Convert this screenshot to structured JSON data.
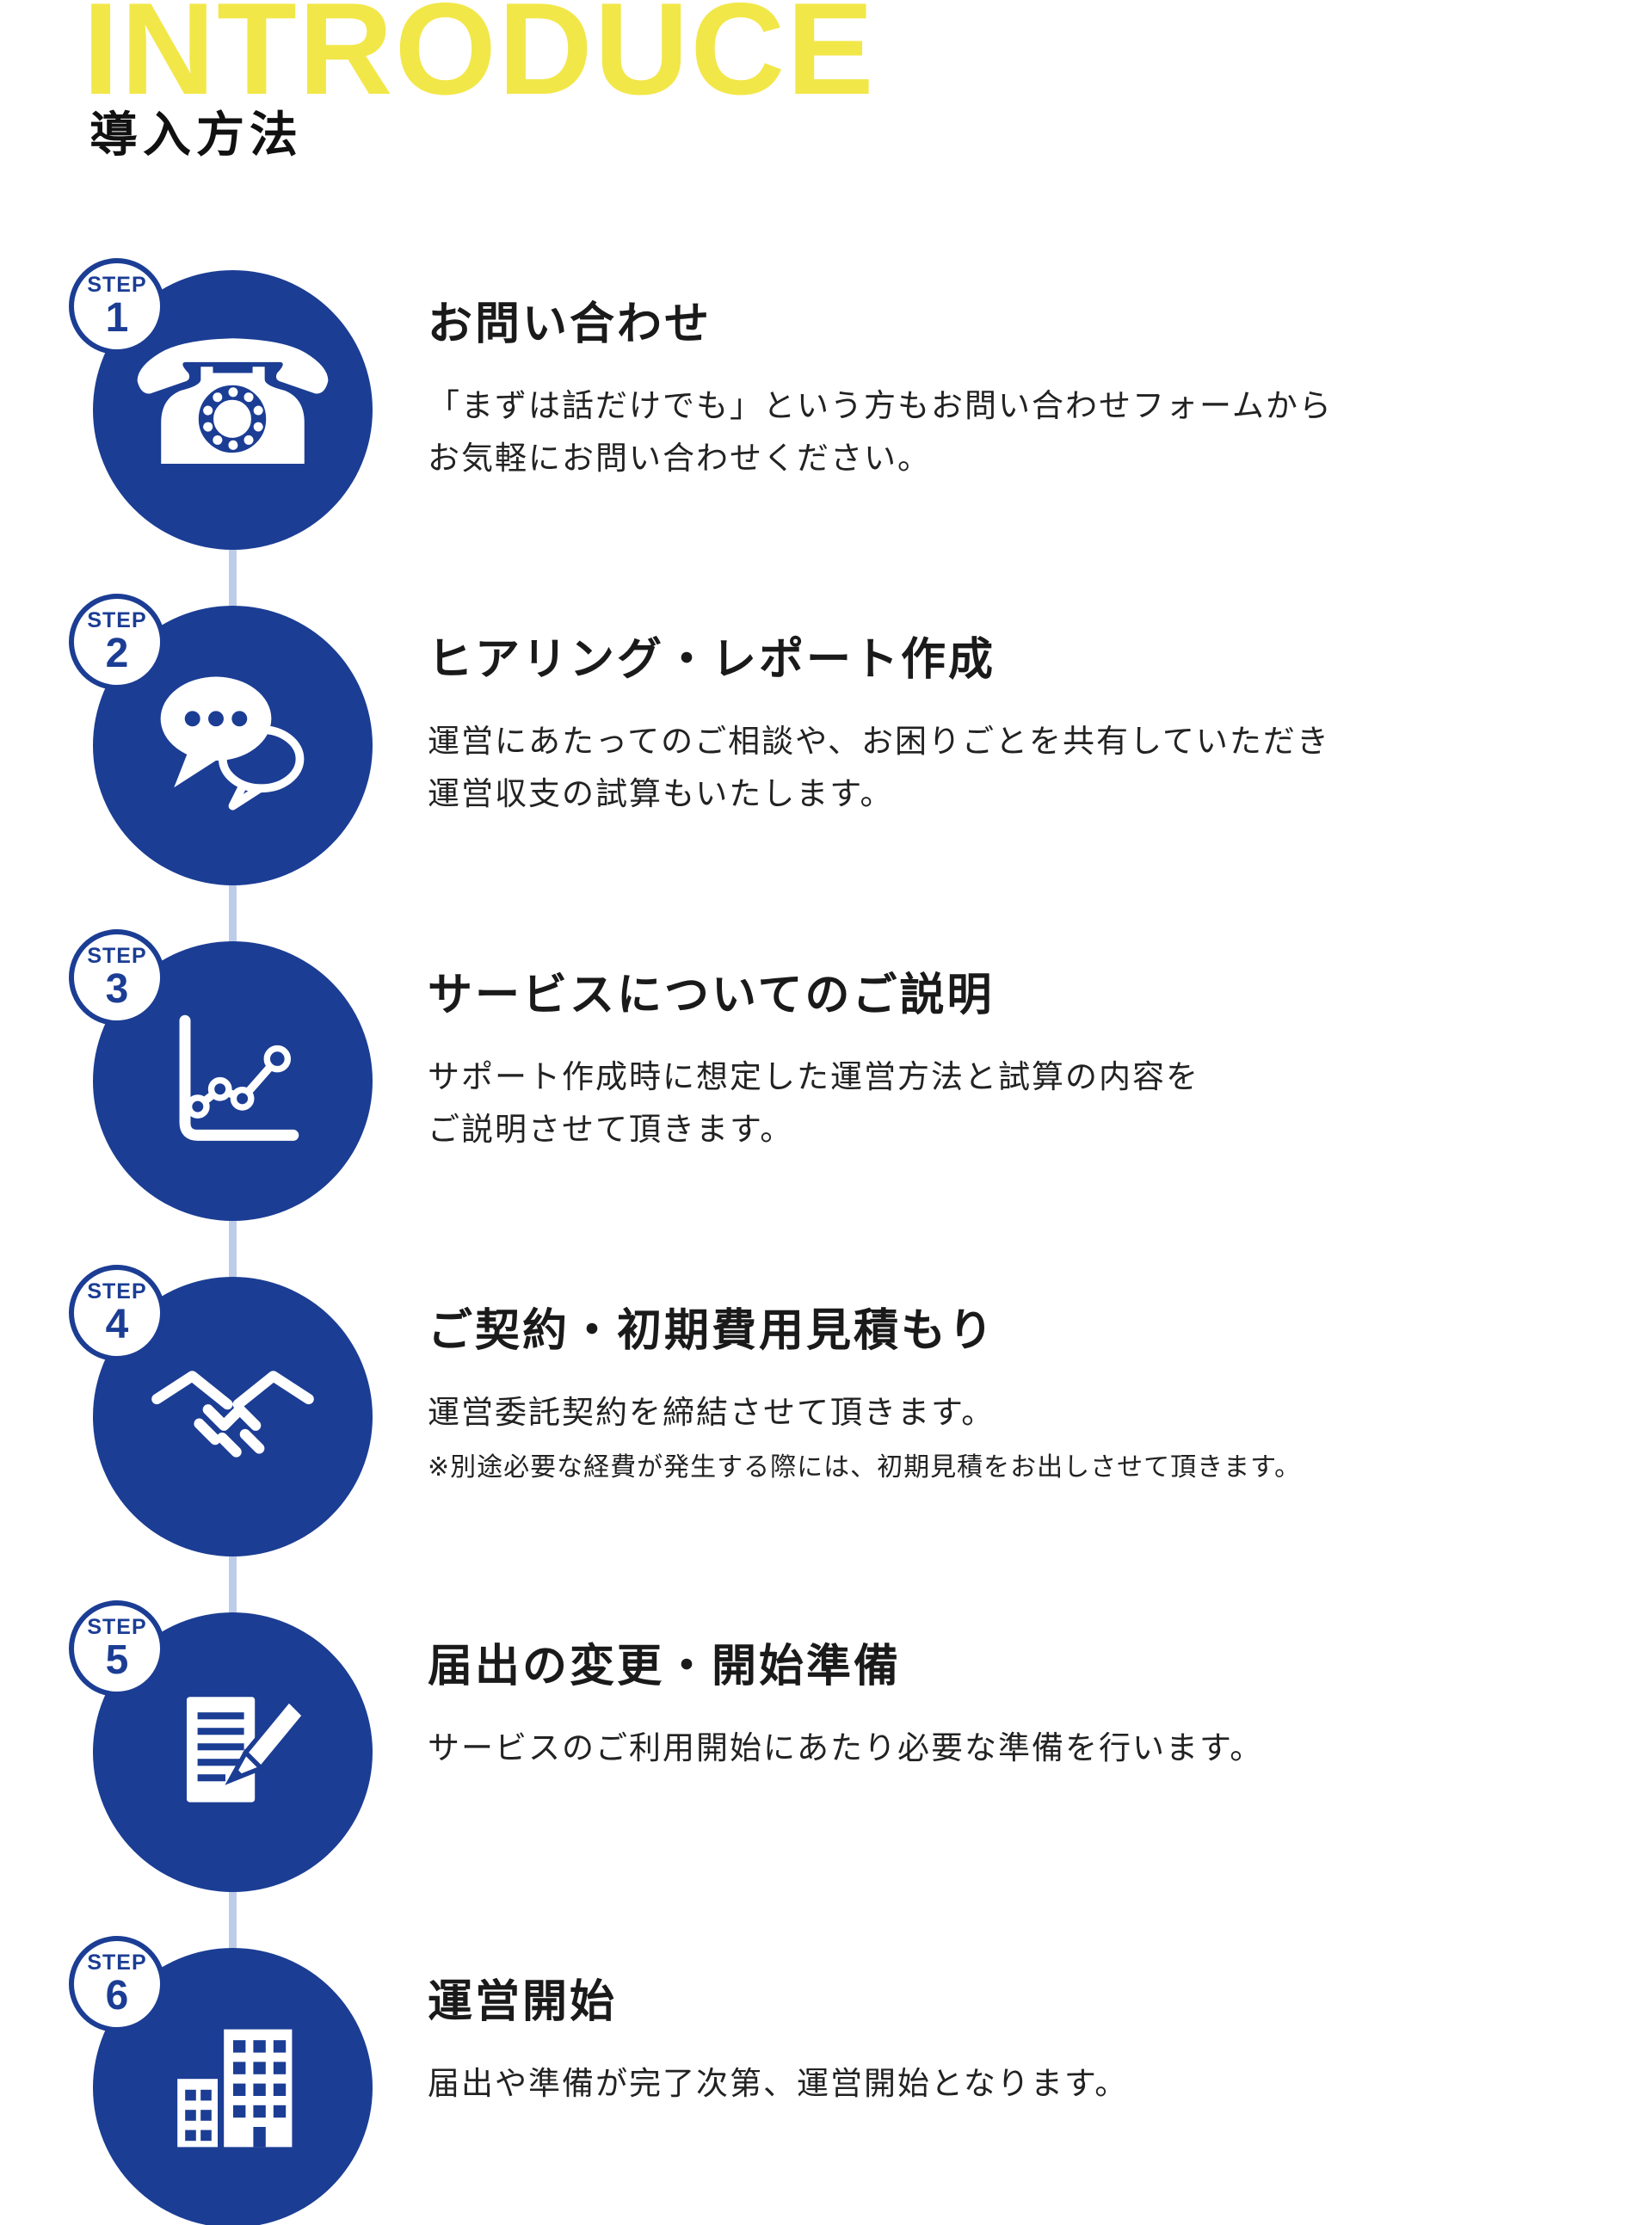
{
  "header": {
    "title_en": "INTRODUCE",
    "title_jp": "導入方法"
  },
  "colors": {
    "accent_yellow": "#F2E748",
    "primary_blue": "#1B3D94",
    "connector_line": "#BDCDE9",
    "icon_white": "#FFFFFF"
  },
  "icons": {
    "phone_glyph": "☎"
  },
  "steps": [
    {
      "badge_label": "STEP",
      "badge_number": "1",
      "icon": "phone-icon",
      "title": "お問い合わせ",
      "description": "「まずは話だけでも」という方もお問い合わせフォームから\nお気軽にお問い合わせください。"
    },
    {
      "badge_label": "STEP",
      "badge_number": "2",
      "icon": "chat-icon",
      "title": "ヒアリング・レポート作成",
      "description": "運営にあたってのご相談や、お困りごとを共有していただき\n運営収支の試算もいたします。"
    },
    {
      "badge_label": "STEP",
      "badge_number": "3",
      "icon": "chart-icon",
      "title": "サービスについてのご説明",
      "description": "サポート作成時に想定した運営方法と試算の内容を\nご説明させて頂きます。"
    },
    {
      "badge_label": "STEP",
      "badge_number": "4",
      "icon": "handshake-icon",
      "title": "ご契約・初期費用見積もり",
      "description": "運営委託契約を締結させて頂きます。",
      "note": "※別途必要な経費が発生する際には、初期見積をお出しさせて頂きます。"
    },
    {
      "badge_label": "STEP",
      "badge_number": "5",
      "icon": "document-pencil-icon",
      "title": "届出の変更・開始準備",
      "description": "サービスのご利用開始にあたり必要な準備を行います。"
    },
    {
      "badge_label": "STEP",
      "badge_number": "6",
      "icon": "building-icon",
      "title": "運営開始",
      "description": "届出や準備が完了次第、運営開始となります。"
    }
  ]
}
